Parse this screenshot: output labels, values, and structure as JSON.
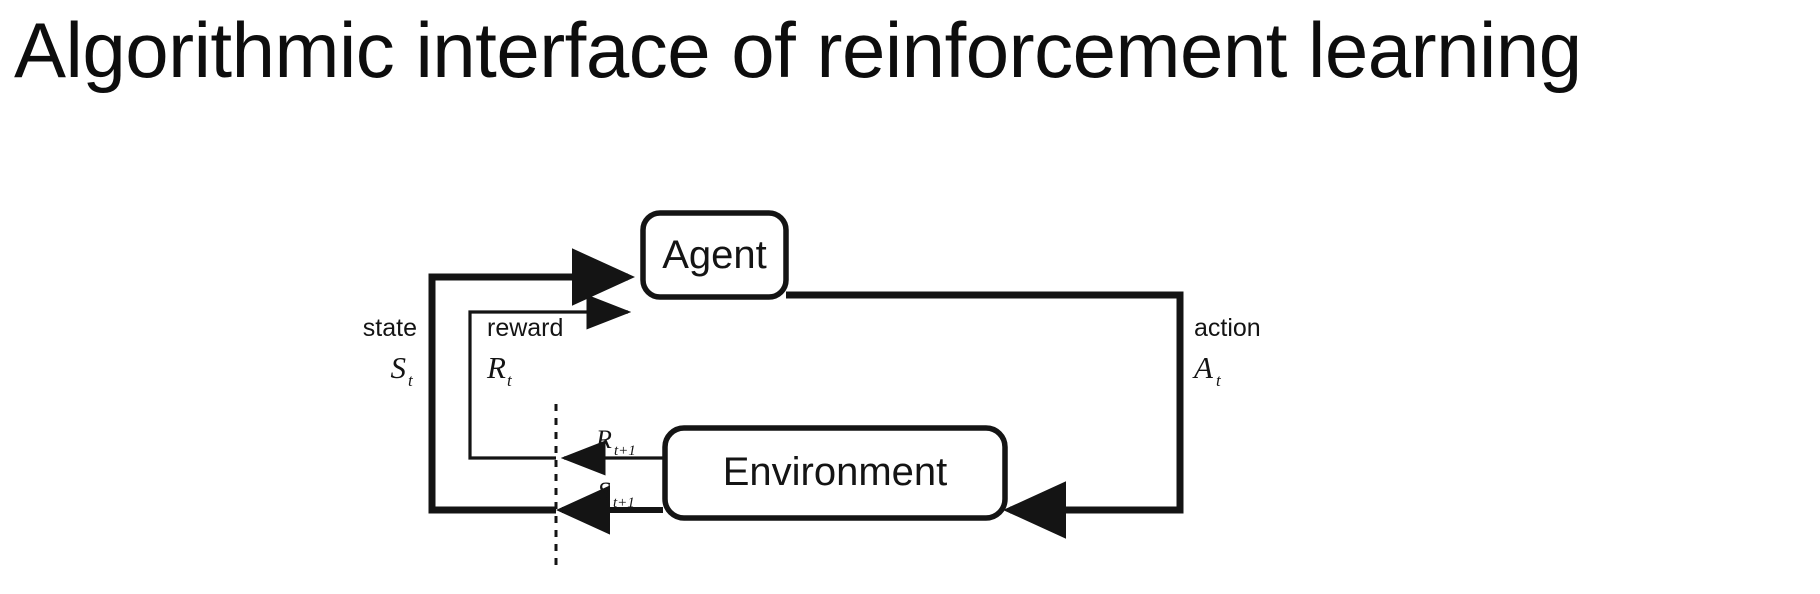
{
  "slide": {
    "title": "Algorithmic interface of reinforcement learning",
    "background_color": "#ffffff",
    "ink_color": "#141414"
  },
  "diagram": {
    "type": "reinforcement-learning-agent-environment-loop",
    "nodes": [
      {
        "id": "agent",
        "label": "Agent",
        "shape": "rounded-rectangle"
      },
      {
        "id": "environment",
        "label": "Environment",
        "shape": "rounded-rectangle"
      }
    ],
    "edges": [
      {
        "id": "state-feedback",
        "from": "environment",
        "to": "agent",
        "label": "state",
        "symbol": "S",
        "subscript": "t",
        "emitted_symbol": "S",
        "emitted_subscript": "t+1",
        "stroke_weight": "thick"
      },
      {
        "id": "reward-feedback",
        "from": "environment",
        "to": "agent",
        "label": "reward",
        "symbol": "R",
        "subscript": "t",
        "emitted_symbol": "R",
        "emitted_subscript": "t+1",
        "stroke_weight": "thin"
      },
      {
        "id": "action",
        "from": "agent",
        "to": "environment",
        "label": "action",
        "symbol": "A",
        "subscript": "t",
        "stroke_weight": "thick"
      }
    ],
    "time_boundary": {
      "style": "dashed-vertical-line",
      "meaning": "time-step-boundary"
    }
  }
}
